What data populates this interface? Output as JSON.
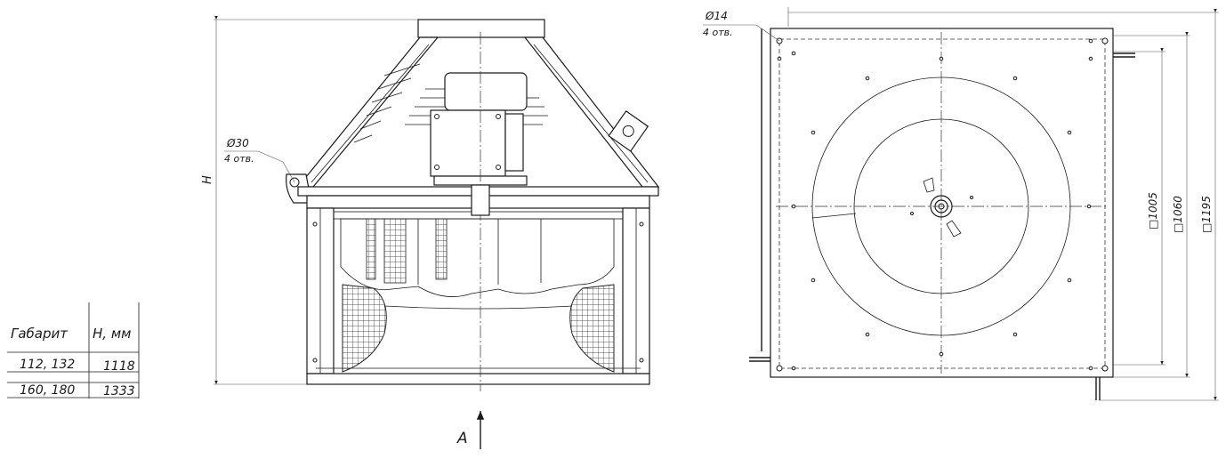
{
  "table": {
    "header": [
      "Габарит",
      "H, мм"
    ],
    "rows": [
      [
        "112, 132",
        "1118"
      ],
      [
        "160, 180",
        "1333"
      ]
    ]
  },
  "front_view": {
    "height_label": "H",
    "mount_hole_diameter": "Ø30",
    "mount_hole_count": "4 отв.",
    "view_label": "A"
  },
  "top_view": {
    "hole_diameter": "Ø14",
    "hole_count": "4 отв.",
    "dim_inner": "□1005",
    "dim_middle": "□1060",
    "dim_outer": "□1195"
  }
}
